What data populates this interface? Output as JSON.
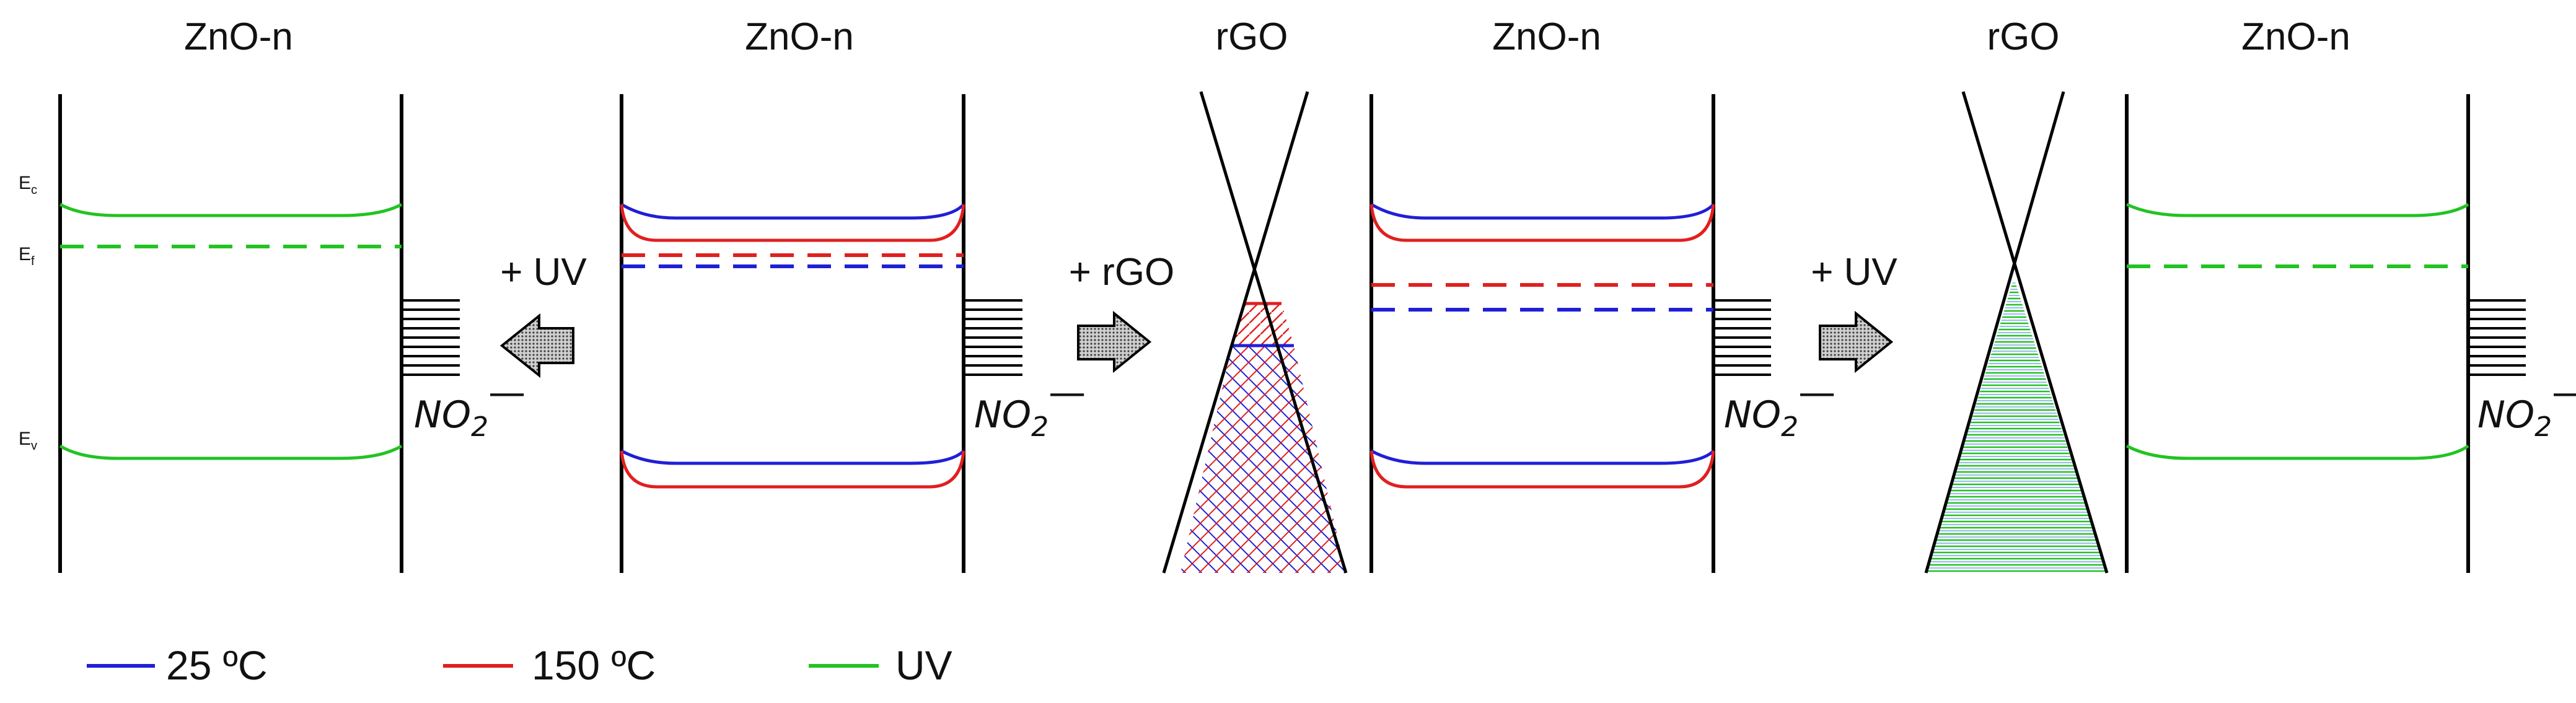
{
  "panels": [
    {
      "title": "ZnO-n"
    },
    {
      "title": "ZnO-n"
    },
    {
      "title": "rGO"
    },
    {
      "title": "ZnO-n"
    },
    {
      "title": "rGO"
    },
    {
      "title": "ZnO-n"
    }
  ],
  "band_labels": {
    "ec": "E",
    "ec_sub": "c",
    "ef": "E",
    "ef_sub": "f",
    "ev": "E",
    "ev_sub": "v"
  },
  "adsorbate": {
    "label": "NO",
    "sub": "2",
    "charge": "—"
  },
  "arrows": [
    {
      "label": "+ UV",
      "direction": "left"
    },
    {
      "label": "+ rGO",
      "direction": "right"
    },
    {
      "label": "+ UV",
      "direction": "right"
    }
  ],
  "legend": [
    {
      "label": "25 ºC",
      "color": "#1f1fd6"
    },
    {
      "label": "150 ºC",
      "color": "#e11f1f"
    },
    {
      "label": "UV",
      "color": "#22c322"
    }
  ],
  "colors": {
    "blue": "#1f1fd6",
    "red": "#e11f1f",
    "green": "#22c322",
    "arrow_fill": "#8a8a8a"
  }
}
